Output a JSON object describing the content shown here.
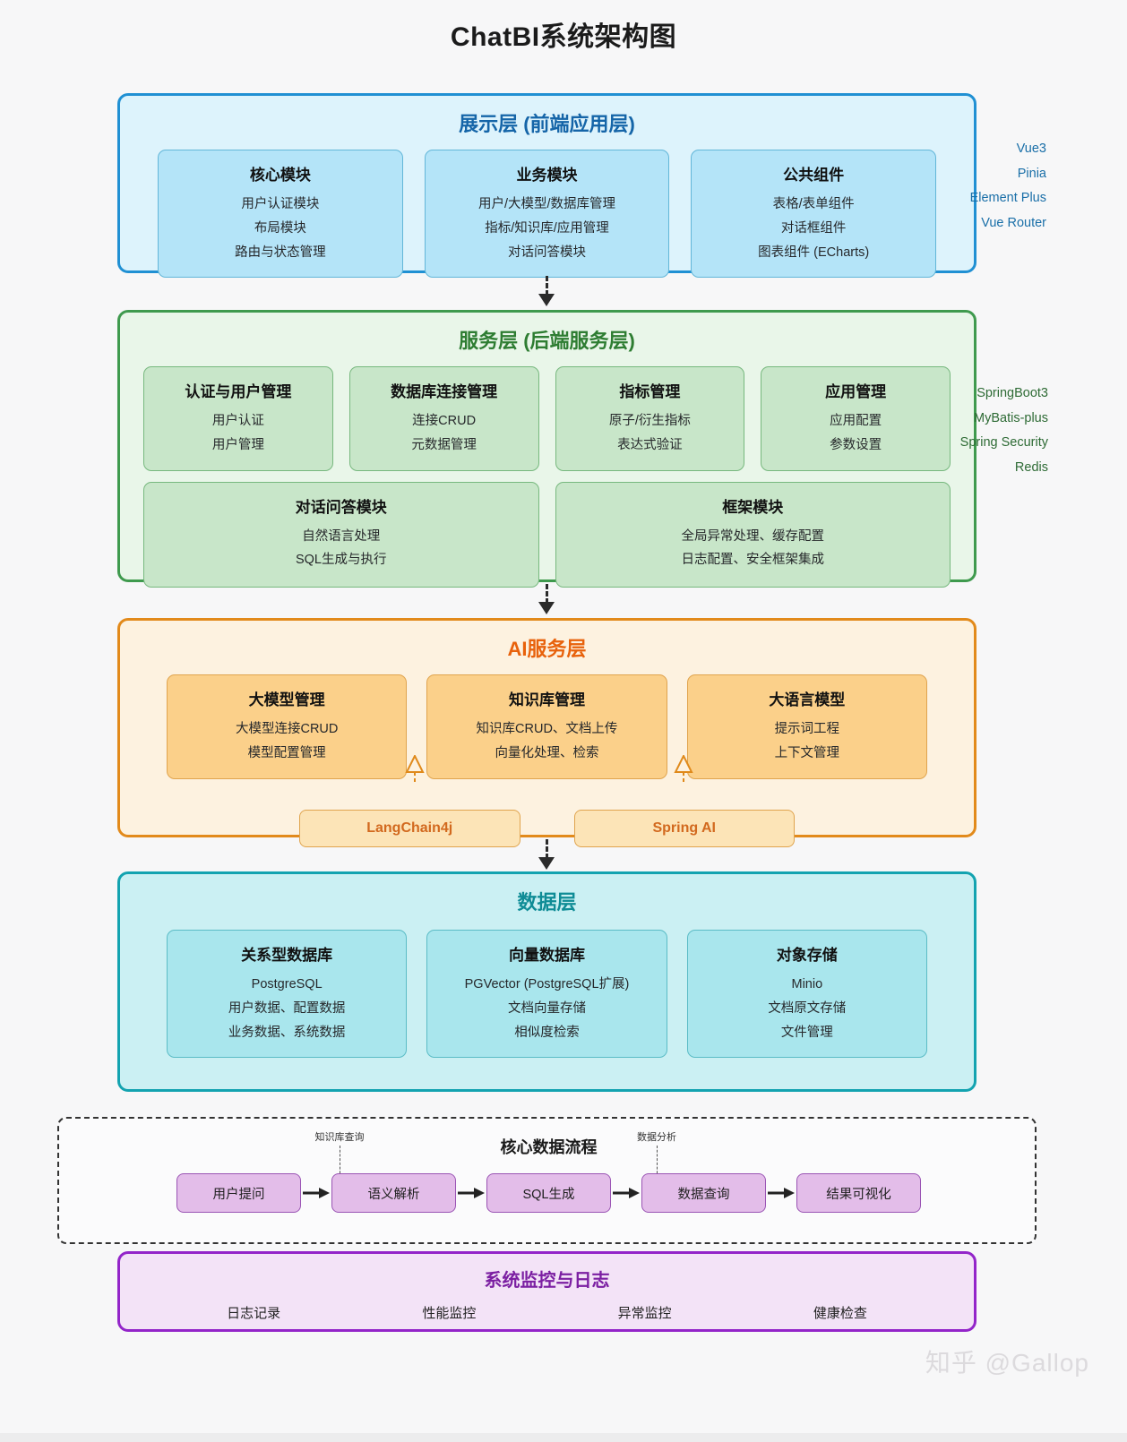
{
  "title": "ChatBI系统架构图",
  "presentation": {
    "layer_title": "展示层 (前端应用层)",
    "accent": "#1565a8",
    "cards": [
      {
        "title": "核心模块",
        "lines": [
          "用户认证模块",
          "布局模块",
          "路由与状态管理"
        ]
      },
      {
        "title": "业务模块",
        "lines": [
          "用户/大模型/数据库管理",
          "指标/知识库/应用管理",
          "对话问答模块"
        ]
      },
      {
        "title": "公共组件",
        "lines": [
          "表格/表单组件",
          "对话框组件",
          "图表组件 (ECharts)"
        ]
      }
    ],
    "tech": [
      "Vue3",
      "Pinia",
      "Element Plus",
      "Vue Router"
    ]
  },
  "service": {
    "layer_title": "服务层 (后端服务层)",
    "accent": "#2e7d32",
    "cards_row1": [
      {
        "title": "认证与用户管理",
        "lines": [
          "用户认证",
          "用户管理"
        ]
      },
      {
        "title": "数据库连接管理",
        "lines": [
          "连接CRUD",
          "元数据管理"
        ]
      },
      {
        "title": "指标管理",
        "lines": [
          "原子/衍生指标",
          "表达式验证"
        ]
      },
      {
        "title": "应用管理",
        "lines": [
          "应用配置",
          "参数设置"
        ]
      }
    ],
    "cards_row2": [
      {
        "title": "对话问答模块",
        "lines": [
          "自然语言处理",
          "SQL生成与执行"
        ]
      },
      {
        "title": "框架模块",
        "lines": [
          "全局异常处理、缓存配置",
          "日志配置、安全框架集成"
        ]
      }
    ],
    "tech": [
      "SpringBoot3",
      "MyBatis-plus",
      "Spring Security",
      "Redis"
    ]
  },
  "ai": {
    "layer_title": "AI服务层",
    "accent": "#e8620c",
    "cards": [
      {
        "title": "大模型管理",
        "lines": [
          "大模型连接CRUD",
          "模型配置管理"
        ]
      },
      {
        "title": "知识库管理",
        "lines": [
          "知识库CRUD、文档上传",
          "向量化处理、检索"
        ]
      },
      {
        "title": "大语言模型",
        "lines": [
          "提示词工程",
          "上下文管理"
        ]
      }
    ],
    "frameworks": [
      "LangChain4j",
      "Spring AI"
    ]
  },
  "data": {
    "layer_title": "数据层",
    "accent": "#0f8c96",
    "cards": [
      {
        "title": "关系型数据库",
        "lines": [
          "PostgreSQL",
          "用户数据、配置数据",
          "业务数据、系统数据"
        ]
      },
      {
        "title": "向量数据库",
        "lines": [
          "PGVector (PostgreSQL扩展)",
          "文档向量存储",
          "相似度检索"
        ]
      },
      {
        "title": "对象存储",
        "lines": [
          "Minio",
          "文档原文存储",
          "文件管理"
        ]
      }
    ]
  },
  "flow": {
    "title": "核心数据流程",
    "steps": [
      "用户提问",
      "语义解析",
      "SQL生成",
      "数据查询",
      "结果可视化"
    ],
    "callouts": [
      "知识库查询",
      "数据分析"
    ]
  },
  "monitor": {
    "title": "系统监控与日志",
    "accent": "#7b1fa2",
    "items": [
      "日志记录",
      "性能监控",
      "异常监控",
      "健康检查"
    ]
  },
  "watermark": "知乎 @Gallop"
}
